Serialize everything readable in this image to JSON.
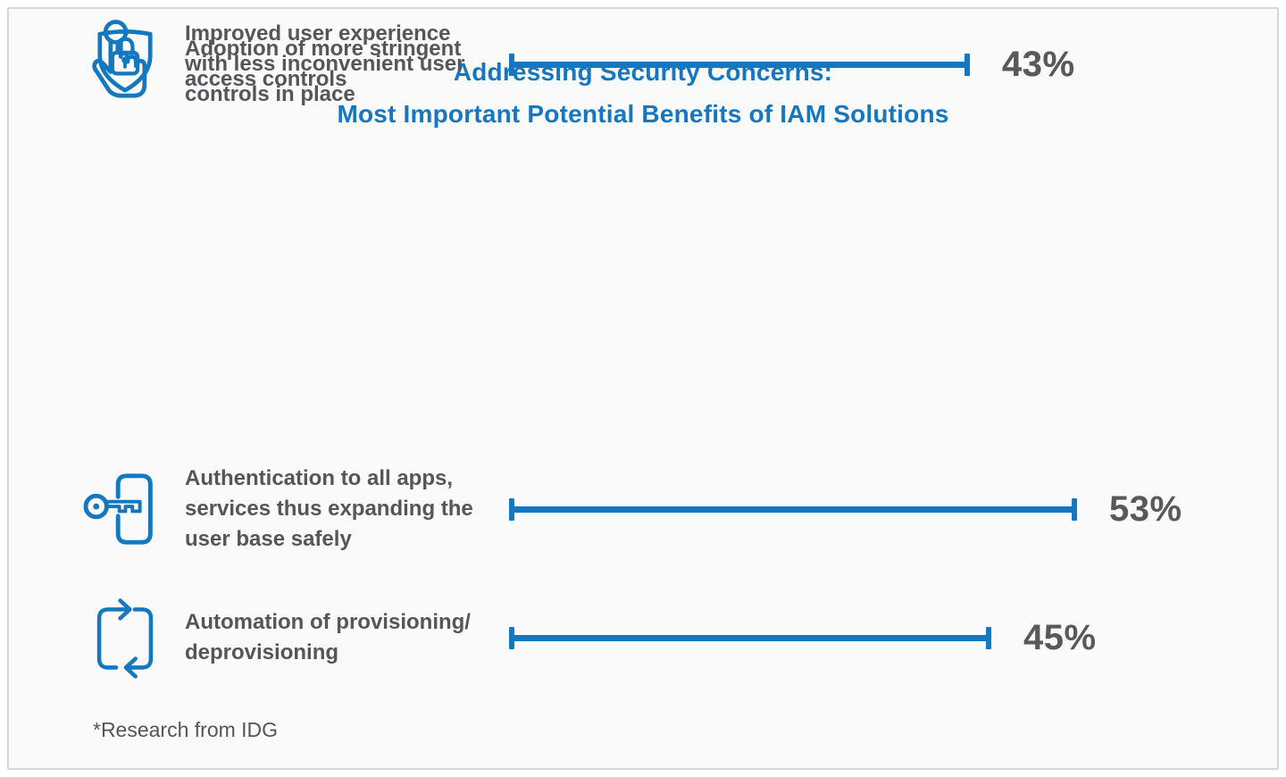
{
  "title": {
    "line1": "Addressing Security Concerns:",
    "line2": "Most Important Potential Benefits of IAM Solutions"
  },
  "rows": [
    {
      "icon": "key-door-icon",
      "label": "Authentication to all apps, services thus expanding the user base safely",
      "value_label": "53%"
    },
    {
      "icon": "sync-loop-icon",
      "label": "Automation of provisioning/ deprovisioning",
      "value_label": "45%"
    },
    {
      "icon": "tap-finger-icon",
      "label": "Improved user experience with less inconvenient user controls in place",
      "value_label": "43%"
    },
    {
      "icon": "shield-lock-icon",
      "label": "Adoption of more stringent access controls",
      "value_label": "43%"
    }
  ],
  "footnote": "*Research from IDG",
  "colors": {
    "accent_blue": "#1378bf",
    "text_gray": "#54565a",
    "percent_gray": "#58595b",
    "card_background": "#fafafa",
    "card_border": "#d7d7db"
  },
  "chart_data": {
    "type": "bar",
    "orientation": "horizontal",
    "title": "Addressing Security Concerns: Most Important Potential Benefits of IAM Solutions",
    "categories": [
      "Authentication to all apps, services thus expanding the user base safely",
      "Automation of provisioning/ deprovisioning",
      "Improved user experience with less inconvenient user controls in place",
      "Adoption of more stringent access controls"
    ],
    "values": [
      53,
      45,
      43,
      43
    ],
    "unit": "%",
    "value_labels": [
      "53%",
      "45%",
      "43%",
      "43%"
    ],
    "bar_style": "line-with-end-caps",
    "bar_color": "#1378bf",
    "grid": false,
    "axes_shown": false,
    "value_label_position": "right-of-bar",
    "source": "*Research from IDG"
  }
}
